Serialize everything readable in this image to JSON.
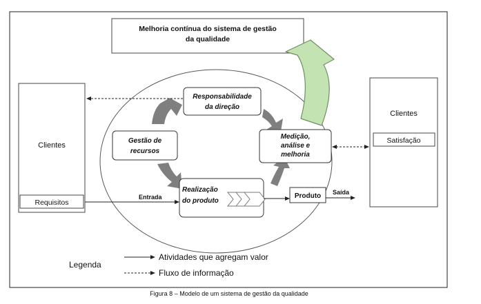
{
  "improvement": {
    "line1": "Melhoria contínua do sistema de gestão",
    "line2": "da qualidade"
  },
  "left_client": {
    "title": "Clientes",
    "sub": "Requisitos"
  },
  "right_client": {
    "title": "Clientes",
    "sub": "Satisfação"
  },
  "processes": {
    "responsabilidade": {
      "line1": "Responsabilidade",
      "line2": "da direção"
    },
    "gestao": {
      "line1": "Gestão de",
      "line2": "recursos"
    },
    "medicao": {
      "line1": "Medição,",
      "line2": "análise e",
      "line3": "melhoria"
    },
    "realizacao": {
      "line1": "Realização",
      "line2": "do produto"
    },
    "produto": "Produto"
  },
  "flow_labels": {
    "entrada": "Entrada",
    "saida": "Saída"
  },
  "legend": {
    "title": "Legenda",
    "solid": "Atividades que agregam valor",
    "dashed": "Fluxo de informação"
  },
  "caption": "Figura 8 – Modelo de um sistema de gestão da qualidade",
  "colors": {
    "circular_arrows": "#7f7f7f",
    "improvement_arrow": "#c3e3b3",
    "improvement_arrow_stroke": "#6e8f62"
  }
}
